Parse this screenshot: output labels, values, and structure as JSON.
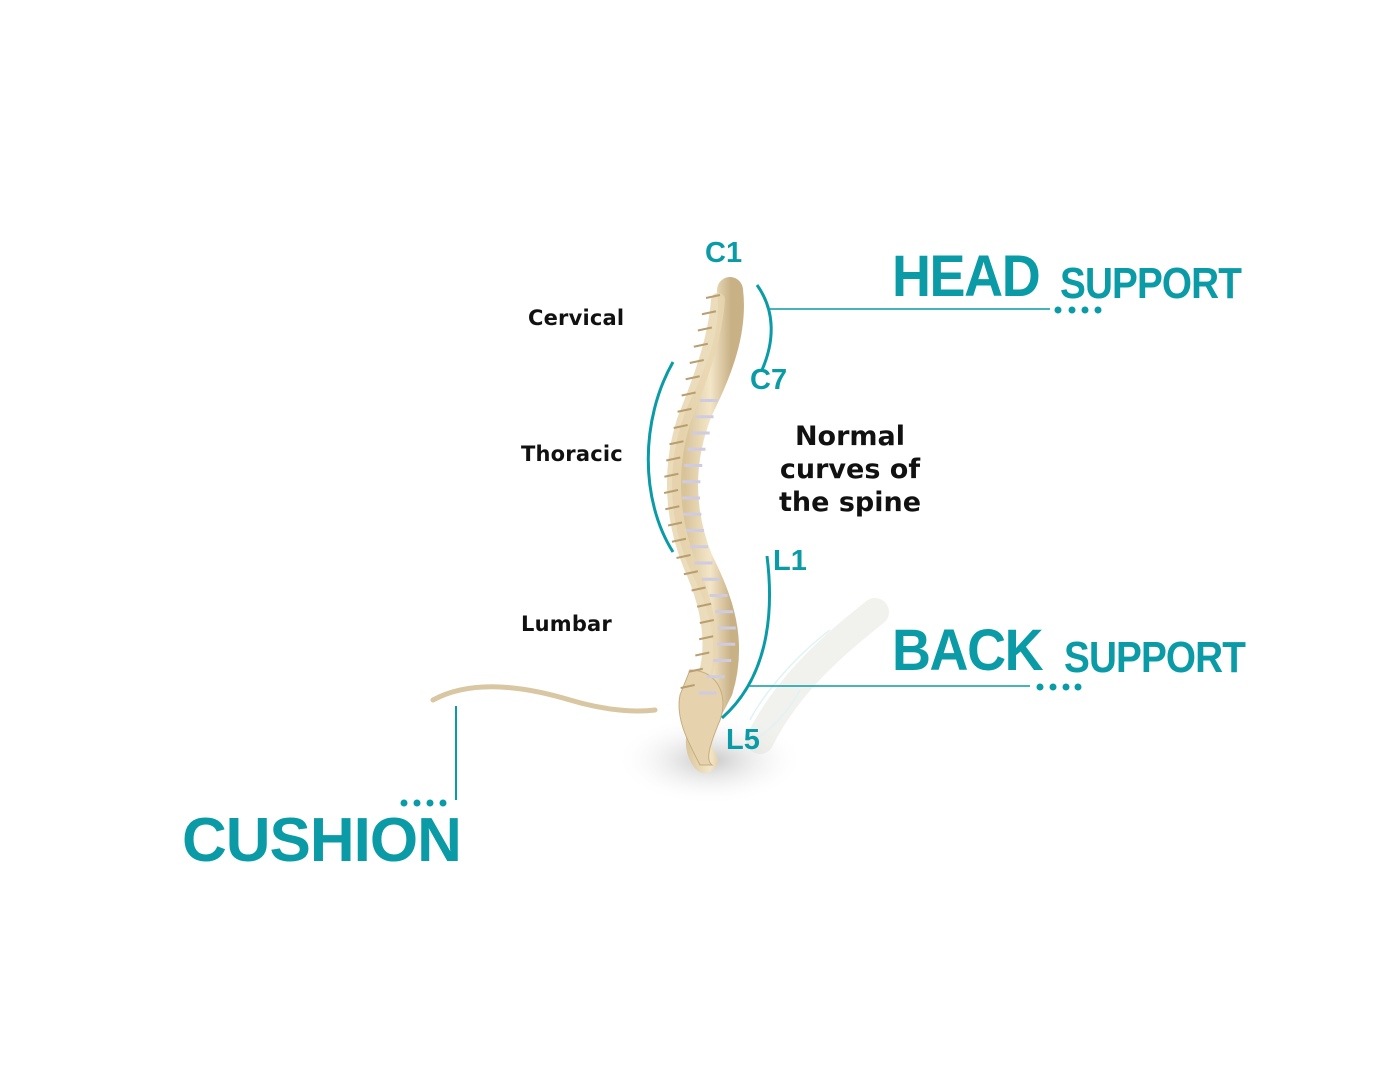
{
  "diagram": {
    "caption_lines": [
      "Normal",
      "curves of",
      "the spine"
    ],
    "regions": {
      "cervical": "Cervical",
      "thoracic": "Thoracic",
      "lumbar": "Lumbar"
    },
    "vertebra_markers": {
      "c1": "C1",
      "c7": "C7",
      "l1": "L1",
      "l5": "L5"
    },
    "callouts": {
      "head": {
        "main": "HEAD",
        "sub": "SUPPORT",
        "dots": "...."
      },
      "back": {
        "main": "BACK",
        "sub": "SUPPORT",
        "dots": "...."
      },
      "cushion": {
        "main": "CUSHION",
        "dots": "...."
      }
    },
    "colors": {
      "accent": "#0a9ba6",
      "bone": "#ecdcbc",
      "disc": "#cfcbe0",
      "text": "#111111",
      "background": "#ffffff"
    }
  }
}
